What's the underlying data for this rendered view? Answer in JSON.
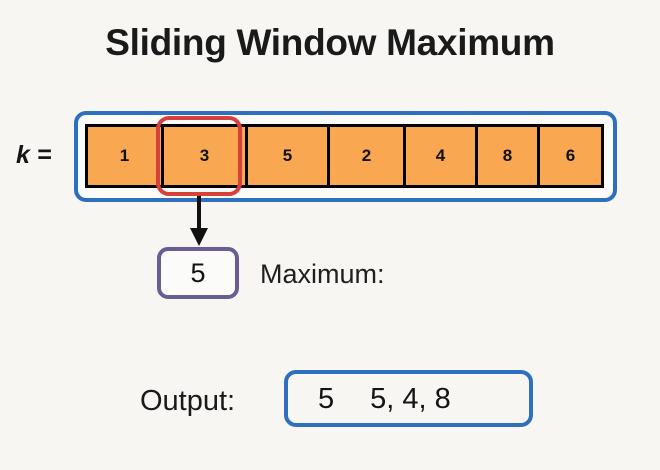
{
  "page": {
    "title": "Sliding Window Maximum",
    "background_color": "#f7f6f3"
  },
  "colors": {
    "cell_fill": "#f9a750",
    "cell_border": "#000000",
    "container_blue": "#2f6fc0",
    "window_red": "#d8413a",
    "max_box_purple": "#6a5d93",
    "text_dark": "#1a1a1a"
  },
  "array_section": {
    "k_label": "k =",
    "cells": [
      {
        "value": "1",
        "width": 76,
        "highlighted": false
      },
      {
        "value": "3",
        "width": 84,
        "highlighted": true
      },
      {
        "value": "5",
        "width": 82,
        "highlighted": false
      },
      {
        "value": "2",
        "width": 76,
        "highlighted": false
      },
      {
        "value": "4",
        "width": 72,
        "highlighted": false
      },
      {
        "value": "8",
        "width": 62,
        "highlighted": false
      },
      {
        "value": "6",
        "width": 61,
        "highlighted": false
      }
    ]
  },
  "maximum_section": {
    "value": "5",
    "label": "Maximum:"
  },
  "output_section": {
    "label": "Output:",
    "current_value": "5",
    "sequence": "5, 4, 8"
  }
}
